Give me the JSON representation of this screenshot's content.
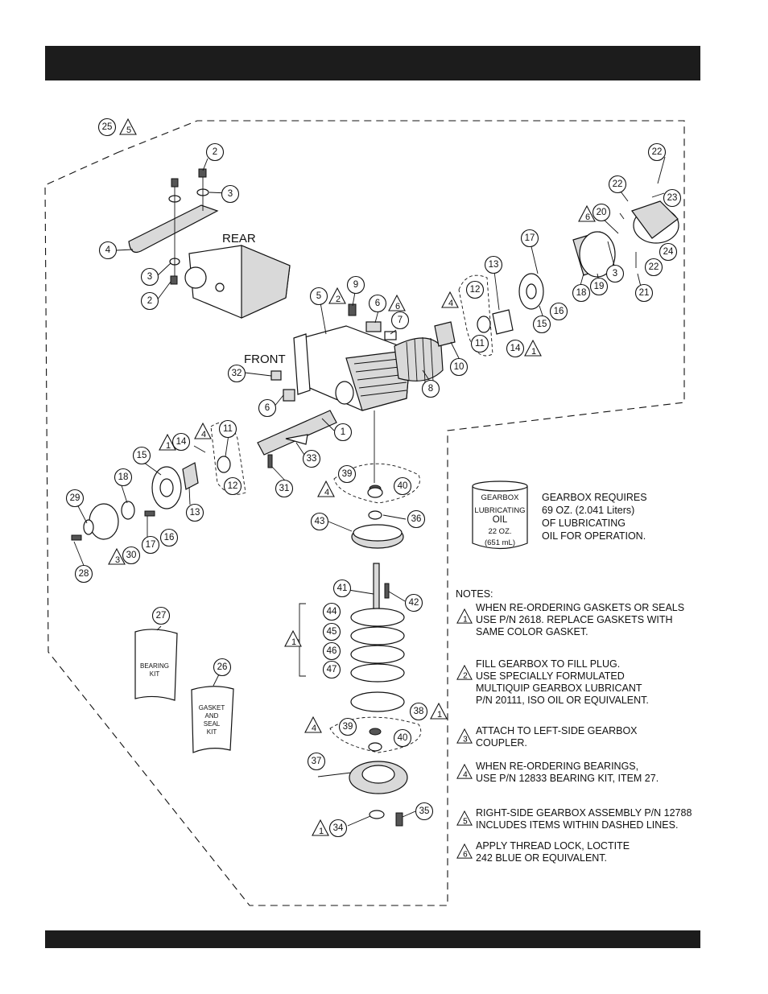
{
  "labels": {
    "rear": "REAR",
    "front": "FRONT"
  },
  "oil_can": {
    "line1": "GEARBOX",
    "line2": "LUBRICATING",
    "line3": "OIL",
    "line4": "22 OZ.",
    "line5": "(651 mL)"
  },
  "oil_requirement": [
    "GEARBOX REQUIRES",
    "69 OZ.  (2.041 Liters)",
    "OF LUBRICATING",
    "OIL FOR OPERATION."
  ],
  "bags": {
    "bearing_kit": [
      "BEARING",
      "KIT"
    ],
    "gasket_kit": [
      "GASKET",
      "AND",
      "SEAL",
      "KIT"
    ]
  },
  "notes_title": "NOTES:",
  "notes": [
    {
      "num": "1",
      "lines": [
        "WHEN RE-ORDERING GASKETS OR SEALS",
        "USE P/N 2618. REPLACE GASKETS WITH",
        "SAME COLOR GASKET."
      ]
    },
    {
      "num": "2",
      "lines": [
        "FILL GEARBOX TO FILL PLUG.",
        "USE SPECIALLY FORMULATED",
        "MULTIQUIP GEARBOX LUBRICANT",
        "P/N 20111, ISO OIL OR EQUIVALENT."
      ]
    },
    {
      "num": "3",
      "lines": [
        "ATTACH TO LEFT-SIDE GEARBOX",
        "COUPLER."
      ]
    },
    {
      "num": "4",
      "lines": [
        "WHEN RE-ORDERING BEARINGS,",
        "USE P/N 12833 BEARING KIT, ITEM  27."
      ]
    },
    {
      "num": "5",
      "lines": [
        "RIGHT-SIDE GEARBOX ASSEMBLY P/N 12788",
        "INCLUDES  ITEMS WITHIN DASHED LINES."
      ]
    },
    {
      "num": "6",
      "lines": [
        "APPLY THREAD LOCK, LOCTITE",
        "242 BLUE OR EQUIVALENT."
      ]
    }
  ],
  "callouts": [
    "25",
    "2",
    "3",
    "4",
    "3",
    "2",
    "5",
    "9",
    "6",
    "7",
    "8",
    "10",
    "12",
    "11",
    "13",
    "14",
    "17",
    "18",
    "19",
    "15",
    "16",
    "3",
    "20",
    "22",
    "22",
    "23",
    "24",
    "22",
    "21",
    "32",
    "6",
    "1",
    "11",
    "14",
    "15",
    "12",
    "13",
    "18",
    "16",
    "17",
    "29",
    "30",
    "28",
    "33",
    "31",
    "39",
    "40",
    "36",
    "43",
    "41",
    "42",
    "44",
    "45",
    "46",
    "47",
    "38",
    "39",
    "40",
    "37",
    "34",
    "35",
    "27",
    "26"
  ],
  "triangle_notes": [
    "5",
    "2",
    "6",
    "4",
    "1",
    "6",
    "1",
    "4",
    "3",
    "4",
    "1",
    "1",
    "4",
    "1"
  ]
}
